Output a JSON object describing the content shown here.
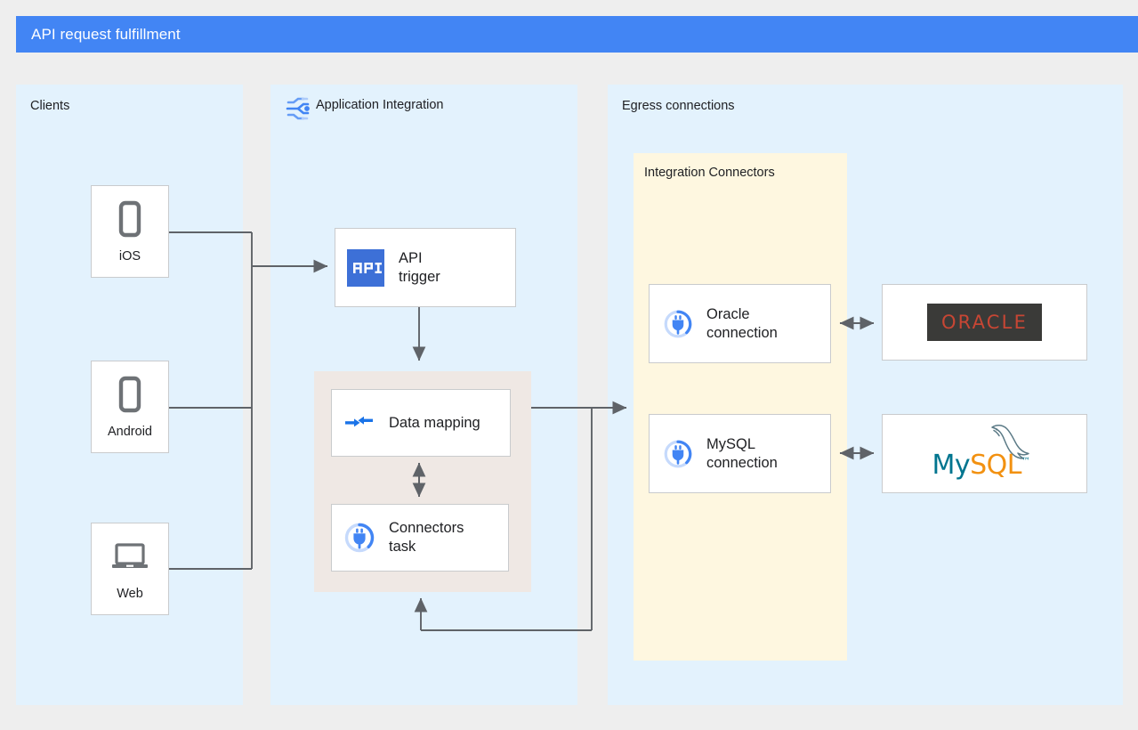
{
  "header": {
    "title": "API request fulfillment",
    "bar_color": "#4285f4"
  },
  "panels": {
    "clients": {
      "label": "Clients",
      "color": "#e3f2fd"
    },
    "application_integration": {
      "label": "Application Integration",
      "icon": "application-integration-icon",
      "color": "#e3f2fd"
    },
    "egress": {
      "label": "Egress connections",
      "color": "#e3f2fd"
    },
    "integration_connectors": {
      "label": "Integration Connectors",
      "color": "#fef7e0"
    }
  },
  "clients": [
    {
      "label": "iOS",
      "icon": "phone-icon"
    },
    {
      "label": "Android",
      "icon": "phone-icon"
    },
    {
      "label": "Web",
      "icon": "laptop-icon"
    }
  ],
  "integration_tasks": [
    {
      "label": "API\ntrigger",
      "icon": "api-trigger-icon"
    },
    {
      "label": "Data mapping",
      "icon": "data-mapping-icon"
    },
    {
      "label": "Connectors\ntask",
      "icon": "connector-plug-icon"
    }
  ],
  "connections": [
    {
      "label": "Oracle\nconnection",
      "icon": "connector-plug-icon"
    },
    {
      "label": "MySQL\nconnection",
      "icon": "connector-plug-icon"
    }
  ],
  "external_systems": [
    {
      "name": "ORACLE",
      "logo": "oracle-logo",
      "text_color": "#c74634",
      "background": "#3a3a38"
    },
    {
      "name": "MySQL",
      "logo": "mysql-logo",
      "primary_color": "#00758f",
      "accent_color": "#f29111",
      "trademark": "™"
    }
  ],
  "mysql_wordmark": {
    "part1": "My",
    "part2": "SQL",
    "tm": "™"
  }
}
